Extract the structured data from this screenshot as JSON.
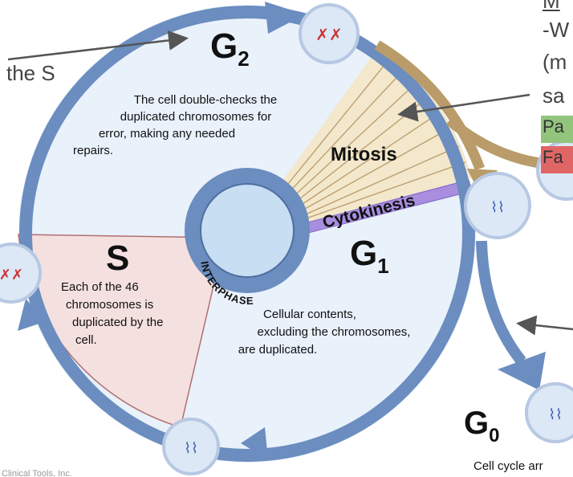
{
  "phases": {
    "g2": {
      "letter": "G",
      "sub": "2",
      "description": [
        "The cell double-checks the",
        "duplicated chromosomes for",
        "error, making any needed",
        "repairs."
      ]
    },
    "s": {
      "letter": "S",
      "description": [
        "Each of the 46",
        "chromosomes is",
        "duplicated by the",
        "cell."
      ]
    },
    "g1": {
      "letter": "G",
      "sub": "1",
      "description": [
        "Cellular contents,",
        "excluding the chromosomes,",
        "are duplicated."
      ]
    },
    "g0": {
      "letter": "G",
      "sub": "0",
      "caption": "Cell cycle arr"
    },
    "mitosis": "Mitosis",
    "cytokinesis": "Cytokinesis",
    "interphase": "INTERPHASE"
  },
  "side_notes": {
    "left_fragment": "the S",
    "right_top_fragment": "M",
    "right_lines": [
      "-W",
      "(m",
      "sa"
    ],
    "pass_label": "Pa",
    "fail_label": "Fa"
  },
  "watermark": "Clinical Tools, Inc.",
  "colors": {
    "ring": "#6b8dbf",
    "cell_fill": "#e9f1fb",
    "s_fill": "#f5e0e0",
    "mitosis_fill": "#f3e7cc",
    "mitosis_band": "#b99c6a",
    "cytokinesis": "#a98ee0",
    "pass_bg": "#93c47d",
    "fail_bg": "#e06666"
  }
}
